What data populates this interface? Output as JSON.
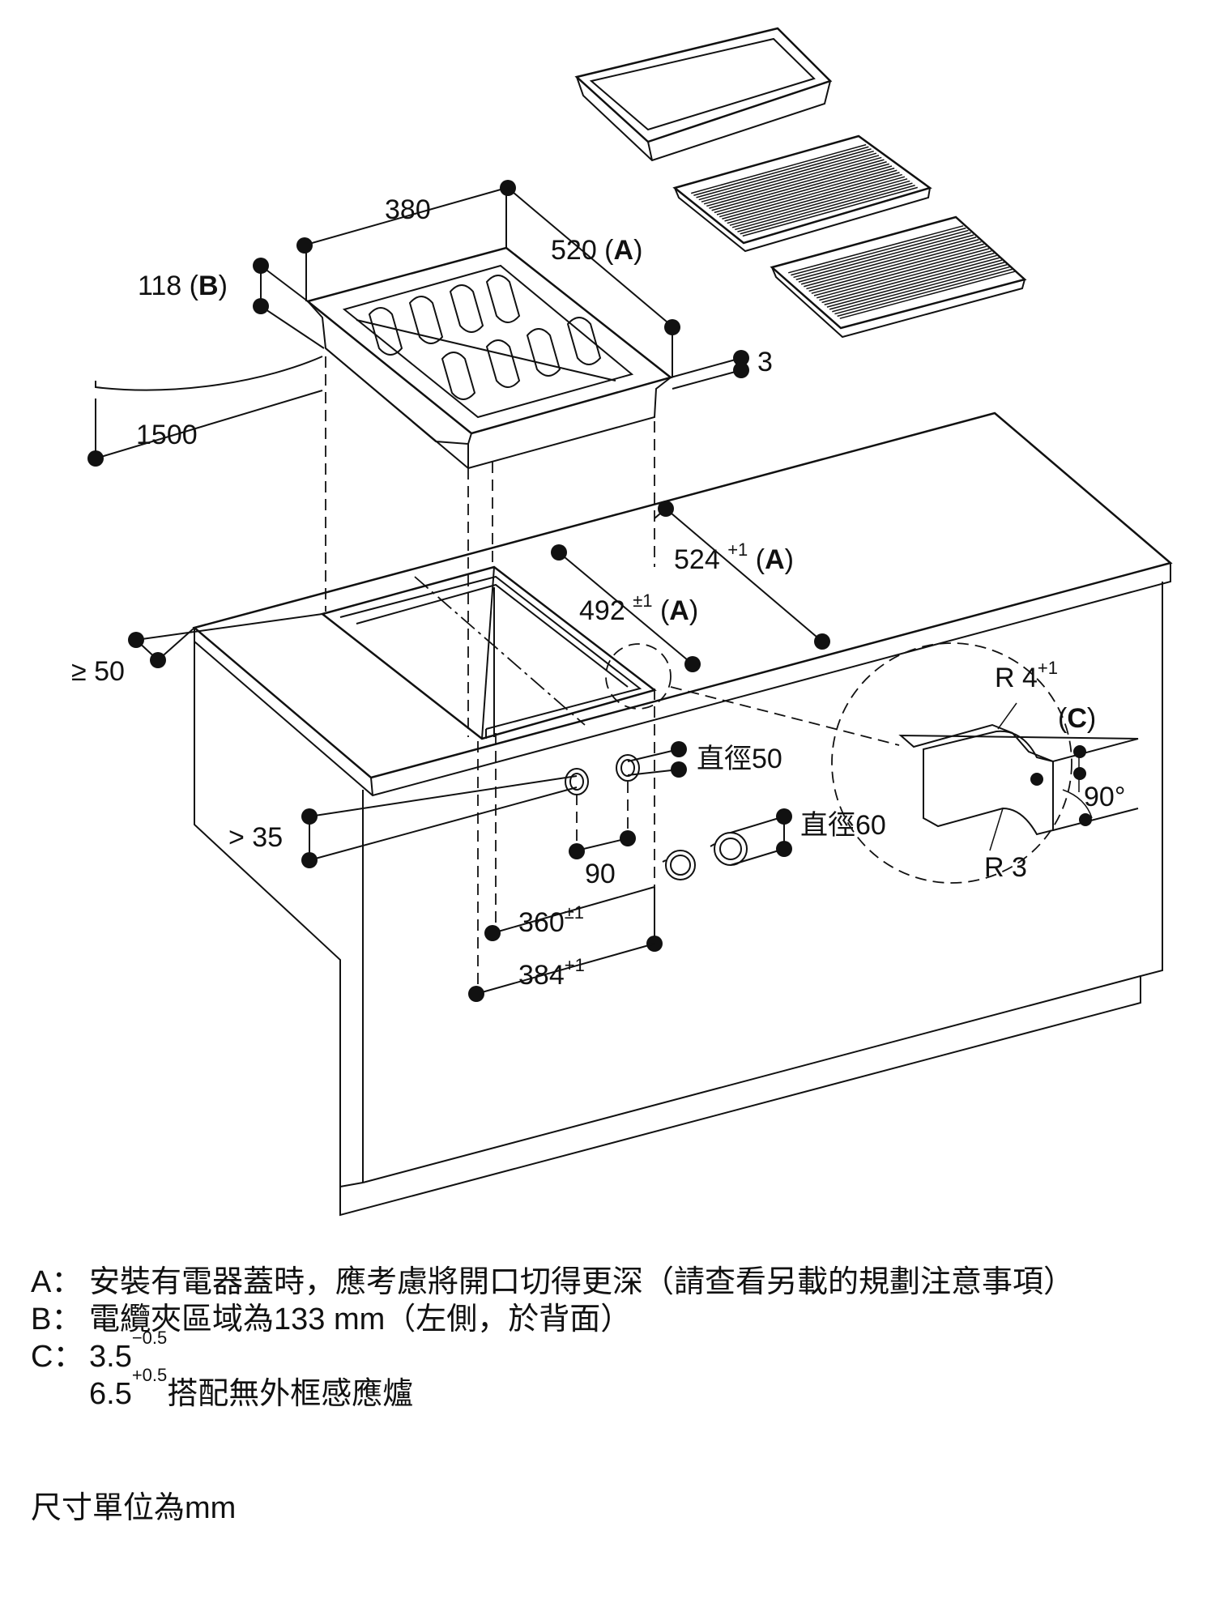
{
  "dimensions": {
    "d380": "380",
    "d520": "520",
    "label_a": "A",
    "label_b": "B",
    "label_c": "C",
    "d118": "118",
    "d3": "3",
    "d1500": "1500",
    "d524": "524",
    "d524_tol": "+1",
    "d492": "492",
    "d492_tol": "±1",
    "d50_min": "≥ 50",
    "d35_min": "> 35",
    "dia50": "直徑50",
    "dia60": "直徑60",
    "d90": "90",
    "d360": "360",
    "d360_tol": "±1",
    "d384": "384",
    "d384_tol": "+1",
    "r4": "R 4",
    "r4_tol": "+1",
    "r3": "R 3",
    "angle90": "90°"
  },
  "notes": {
    "a_key": "A：",
    "a_text": "安裝有電器蓋時，應考慮將開口切得更深（請查看另載的規劃注意事項）",
    "b_key": "B：",
    "b_text": "電纜夾區域為133 mm（左側，於背面）",
    "c_key": "C：",
    "c_val1": "3.5",
    "c_tol1": "−0.5",
    "c_val2": "6.5",
    "c_tol2": "+0.5",
    "c_text2": "搭配無外框感應爐"
  },
  "unit_note": "尺寸單位為mm"
}
